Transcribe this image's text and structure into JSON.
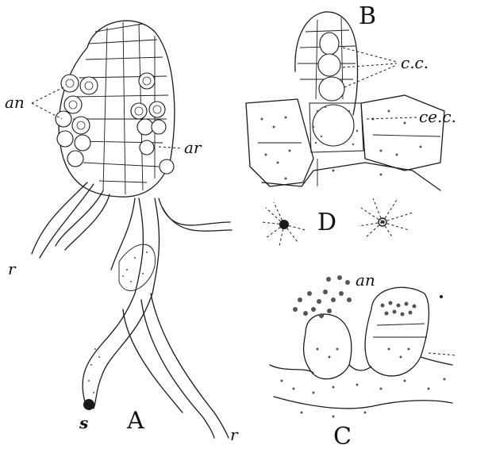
{
  "labels": {
    "A": "A",
    "B": "B",
    "C": "C",
    "D": "D",
    "an_A": "an",
    "ar": "ar",
    "r_left": "r",
    "r_right": "r",
    "s": "s",
    "cc": "c.c.",
    "cec": "ce.c.",
    "an_C": "an"
  }
}
